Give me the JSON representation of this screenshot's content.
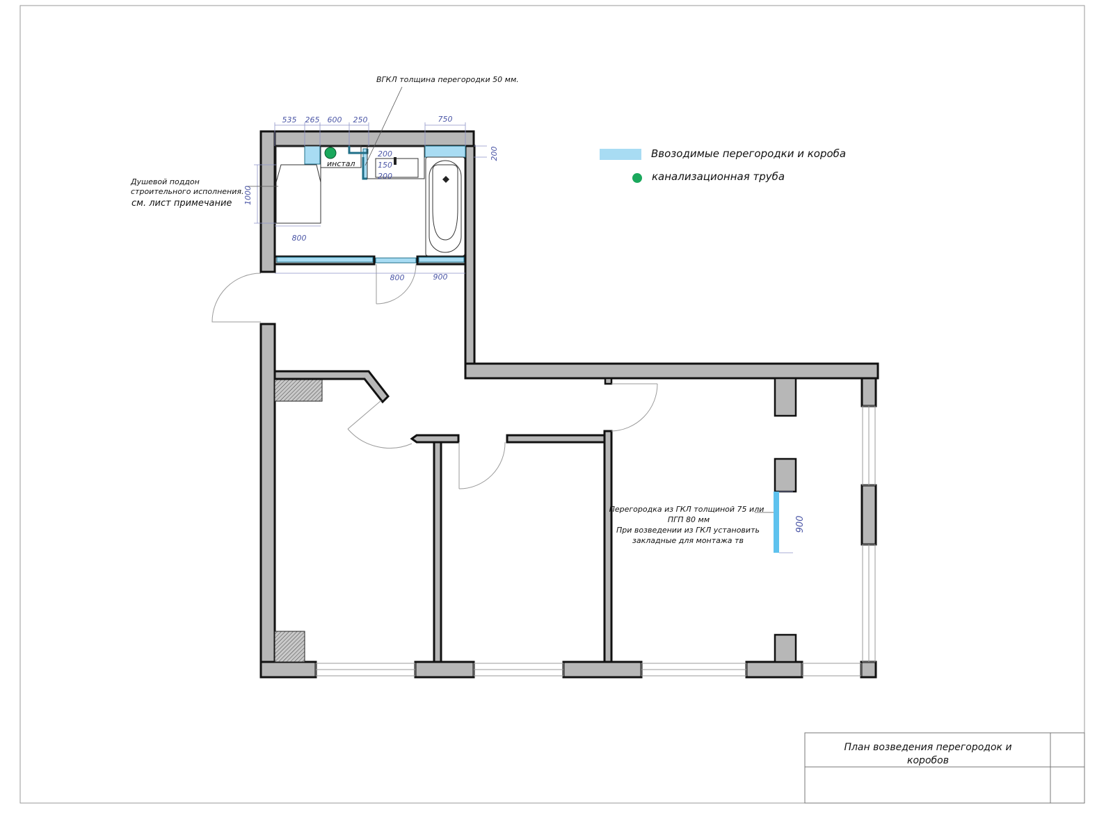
{
  "legend": {
    "new_partitions": "Ввозодимые перегородки и короба",
    "sewer_pipe": "канализационная труба",
    "new_partitions_color": "#a8dcf3",
    "sewer_pipe_color": "#1aa85c"
  },
  "notes": {
    "vgkl": "ВГКЛ толщина  перегородки 50 мм.",
    "shower_line1": "Душевой поддон",
    "shower_line2": "строительного исполнения.",
    "shower_line3": "см. лист примечание",
    "install": "инстал",
    "partition_line1": "Перегородка из ГКЛ толщиной 75 или",
    "partition_line2": "ПГП 80 мм",
    "partition_line3": "При возведении из ГКЛ установить",
    "partition_line4": "закладные для монтажа тв"
  },
  "dimensions": {
    "d535": "535",
    "d265": "265",
    "d600": "600",
    "d250": "250",
    "d750": "750",
    "d200_right": "200",
    "d200_a": "200",
    "d150": "150",
    "d200_b": "200",
    "d1000": "1000",
    "d800_shower": "800",
    "d800_door": "800",
    "d900_door": "900",
    "d900_partition": "900"
  },
  "title_block": {
    "line1": "План возведения перегородок и",
    "line2": "коробов"
  }
}
